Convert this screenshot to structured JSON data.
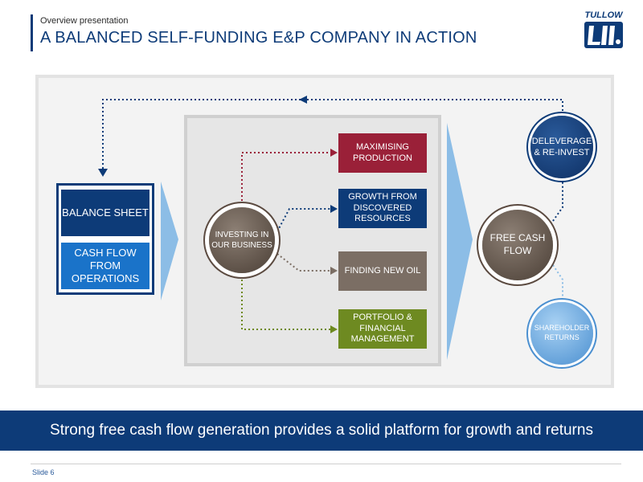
{
  "header": {
    "section_label": "Overview presentation",
    "title": "A BALANCED SELF-FUNDING E&P COMPANY IN ACTION",
    "logo_text": "TULLOW OIL"
  },
  "left": {
    "balance_sheet": "BALANCE SHEET",
    "cash_flow": "CASH FLOW FROM OPERATIONS"
  },
  "center": {
    "investing": "INVESTING IN OUR BUSINESS",
    "boxes": [
      "MAXIMISING PRODUCTION",
      "GROWTH FROM DISCOVERED RESOURCES",
      "FINDING NEW OIL",
      "PORTFOLIO & FINANCIAL MANAGEMENT"
    ]
  },
  "right": {
    "free_cash_flow": "FREE CASH FLOW",
    "deleverage": "DELEVERAGE & RE-INVEST",
    "shareholder": "SHAREHOLDER RETURNS"
  },
  "banner": "Strong free cash flow generation provides a solid platform for growth and returns",
  "footer": {
    "slide": "Slide 6"
  },
  "colors": {
    "navy": "#0d3b78",
    "blue": "#1a73c9",
    "maroon": "#9a2038",
    "taupe": "#7b6e64",
    "olive": "#6e8a21",
    "light_blue": "#6fb0e6"
  }
}
